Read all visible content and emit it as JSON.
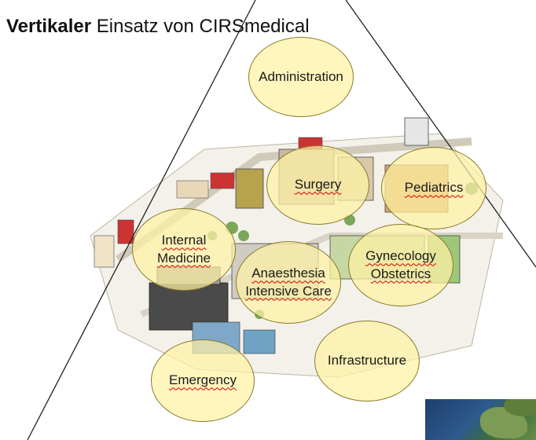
{
  "title": {
    "bold": "Vertikaler",
    "rest": " Einsatz von CIRSmedical"
  },
  "departments": [
    {
      "label": "Administration"
    },
    {
      "label": "Surgery"
    },
    {
      "label": "Pediatrics"
    },
    {
      "label": "Internal\nMedicine"
    },
    {
      "label": "Gynecology\nObstetrics"
    },
    {
      "label": "Anaesthesia\nIntensive Care"
    },
    {
      "label": "Infrastructure"
    },
    {
      "label": "Emergency"
    }
  ],
  "colors": {
    "circle_fill": "#fff3a5",
    "circle_stroke": "#8a7a2a",
    "spellcheck_underline": "#d40000",
    "funnel_line": "#222222"
  }
}
